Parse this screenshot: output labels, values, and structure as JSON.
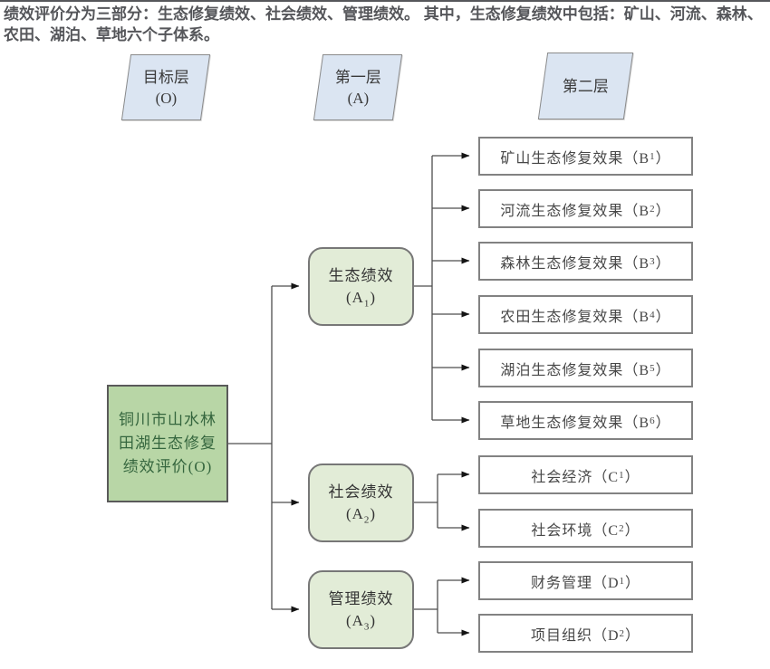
{
  "intro_text": "绩效评价分为三部分：生态修复绩效、社会绩效、管理绩效。 其中，生态修复绩效中包括：矿山、河流、森林、农田、湖泊、草地六个子体系。",
  "colors": {
    "root_fill": "#b8d6a6",
    "level1_fill": "#e2ecd7",
    "layer_label_fill": "#dbe5f2",
    "root_text": "#35663e",
    "line": "#4d4d4d",
    "intro_text": "#55565a"
  },
  "layer_labels": {
    "goal": {
      "line1": "目标层",
      "line2": "(O)"
    },
    "first": {
      "line1": "第一层",
      "line2": "(A)"
    },
    "second": {
      "line1": "第二层"
    }
  },
  "root": {
    "line1": "铜川市山水林",
    "line2": "田湖生态修复",
    "line3": "绩效评价(O)"
  },
  "level1": [
    {
      "id": "A1",
      "line1": "生态绩效",
      "pre": "(A",
      "sub": "1",
      "post": ")"
    },
    {
      "id": "A2",
      "line1": "社会绩效",
      "pre": "(A",
      "sub": "2",
      "post": ")"
    },
    {
      "id": "A3",
      "line1": "管理绩效",
      "pre": "(A",
      "sub": "3",
      "post": ")"
    }
  ],
  "level2": [
    {
      "id": "B1",
      "pre": "矿山生态修复效果（B",
      "sub": "1",
      "post": "）"
    },
    {
      "id": "B2",
      "pre": "河流生态修复效果（B",
      "sub": "2",
      "post": "）"
    },
    {
      "id": "B3",
      "pre": "森林生态修复效果（B",
      "sub": "3",
      "post": "）"
    },
    {
      "id": "B4",
      "pre": "农田生态修复效果（B",
      "sub": "4",
      "post": "）"
    },
    {
      "id": "B5",
      "pre": "湖泊生态修复效果（B",
      "sub": "5",
      "post": "）"
    },
    {
      "id": "B6",
      "pre": "草地生态修复效果（B",
      "sub": "6",
      "post": "）"
    },
    {
      "id": "C1",
      "pre": "社会经济（C",
      "sub": "1",
      "post": "）"
    },
    {
      "id": "C2",
      "pre": "社会环境（C",
      "sub": "2",
      "post": "）"
    },
    {
      "id": "D1",
      "pre": "财务管理（D",
      "sub": "1",
      "post": "）"
    },
    {
      "id": "D2",
      "pre": "项目组织（D",
      "sub": "2",
      "post": "）"
    }
  ]
}
